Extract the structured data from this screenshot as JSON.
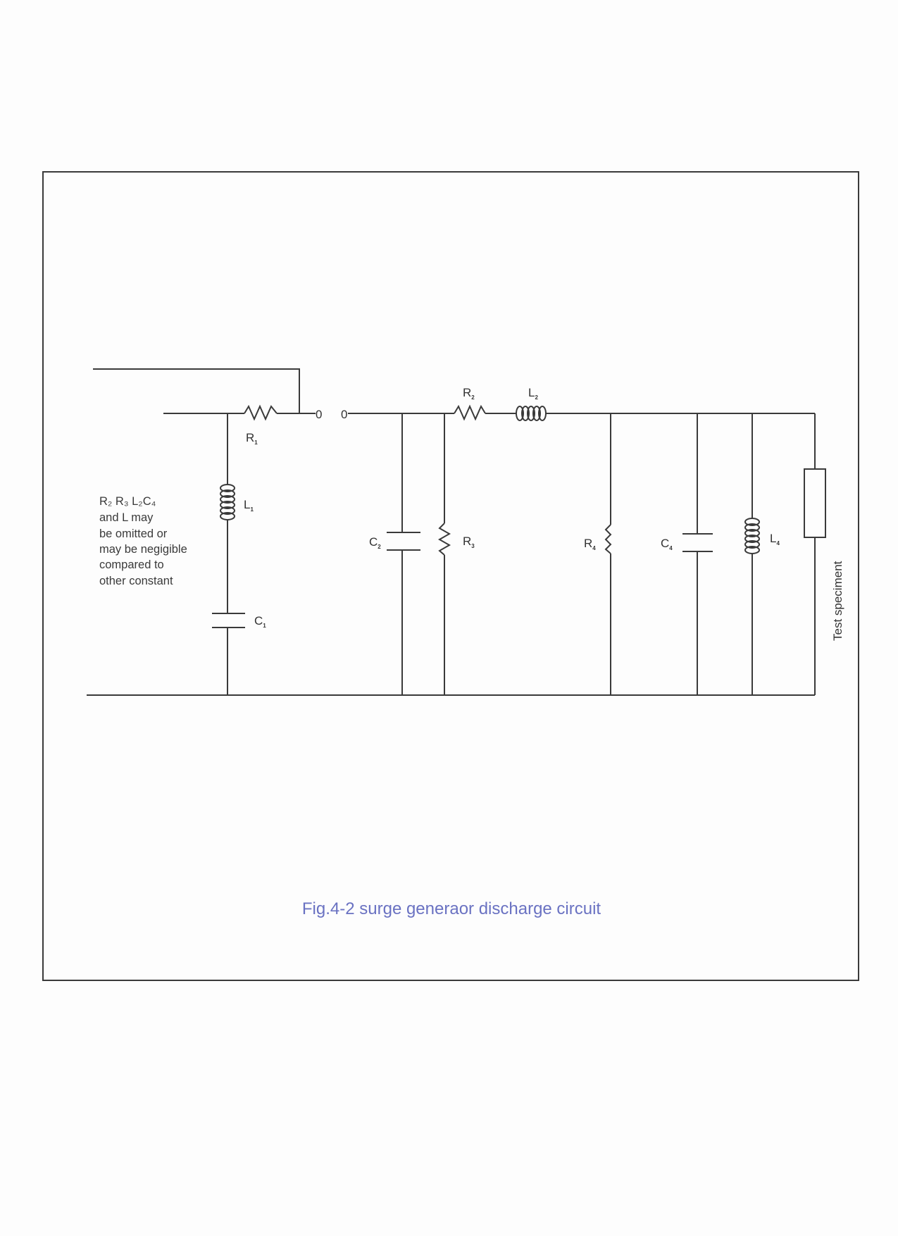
{
  "figure": {
    "caption": "Fig.4-2 surge generaor discharge circuit",
    "note_lines": [
      "R₂ R₃ L₂C₄",
      "and L may",
      "be omitted or",
      "may be negigible",
      "compared to",
      "other constant"
    ],
    "switch_terminals": [
      "0",
      "0"
    ],
    "test_specimen_label": "Test speciment",
    "components": {
      "R1": {
        "main": "R",
        "sub": "1"
      },
      "L1": {
        "main": "L",
        "sub": "1"
      },
      "C1": {
        "main": "C",
        "sub": "1"
      },
      "C2": {
        "main": "C",
        "sub": "2"
      },
      "R2": {
        "main": "R",
        "sub": "2"
      },
      "L2": {
        "main": "L",
        "sub": "2"
      },
      "R3": {
        "main": "R",
        "sub": "3"
      },
      "R4": {
        "main": "R",
        "sub": "4"
      },
      "C4": {
        "main": "C",
        "sub": "4"
      },
      "L4": {
        "main": "L",
        "sub": "4"
      }
    },
    "caption_color": "#6a72c2"
  }
}
